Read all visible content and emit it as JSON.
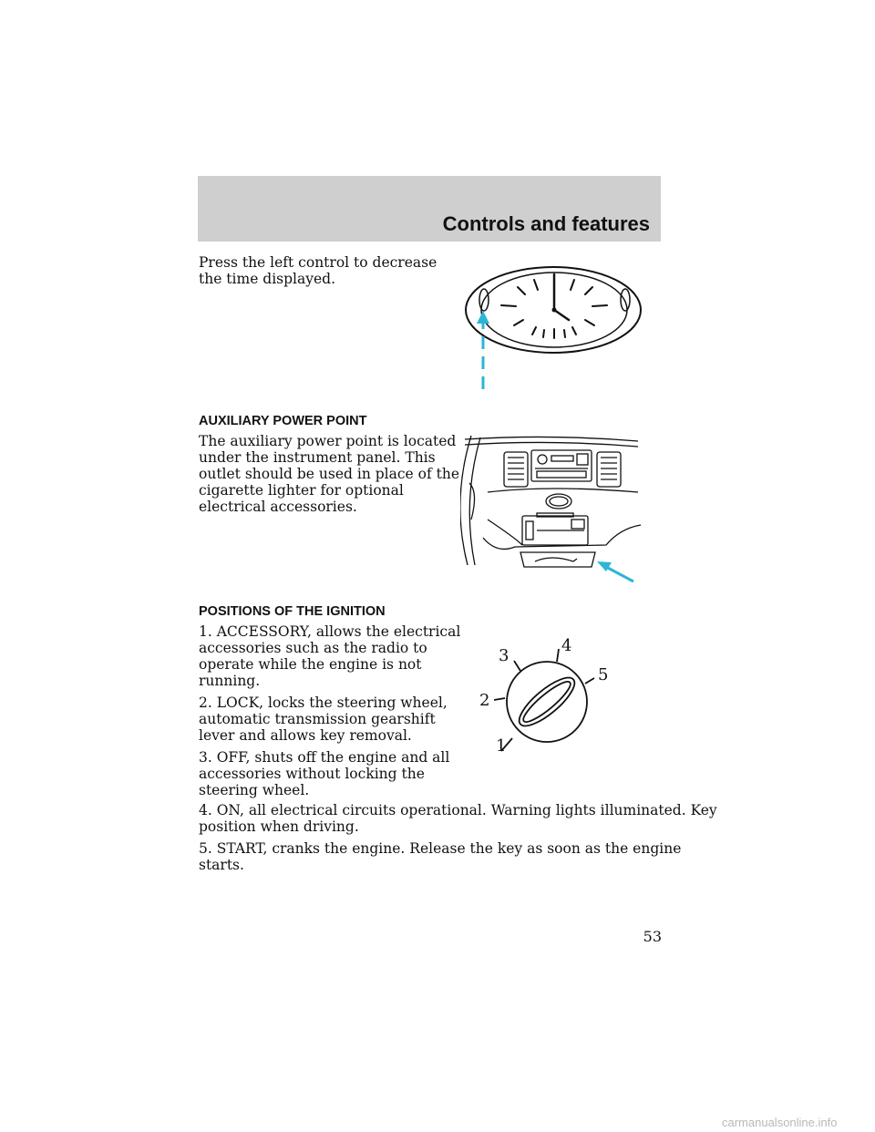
{
  "header": {
    "title": "Controls and features"
  },
  "clock_section": {
    "text_line1": "Press the left control to decrease",
    "text_line2": "the time displayed."
  },
  "power_point": {
    "heading": "AUXILIARY POWER POINT",
    "lines": [
      "The auxiliary power point is located",
      "under the instrument panel. This",
      "outlet should be used in place of the",
      "cigarette lighter for optional",
      "electrical accessories."
    ]
  },
  "ignition": {
    "heading": "POSITIONS OF THE IGNITION",
    "item1": [
      "1. ACCESSORY, allows the electrical",
      "accessories such as the radio to",
      "operate while the engine is not",
      "running."
    ],
    "item2": [
      "2. LOCK, locks the steering wheel,",
      "automatic transmission gearshift",
      "lever and allows key removal."
    ],
    "item3": [
      "3. OFF, shuts off the engine and all",
      "accessories without locking the",
      "steering wheel."
    ],
    "item4": [
      "4. ON, all electrical circuits operational. Warning lights illuminated. Key",
      "position when driving."
    ],
    "item5": [
      "5. START, cranks the engine. Release the key as soon as the engine",
      "starts."
    ],
    "labels": [
      "1",
      "2",
      "3",
      "4",
      "5"
    ]
  },
  "page_number": "53",
  "watermark": "carmanualsonline.info",
  "colors": {
    "header_bg": "#cfcfcf",
    "arrow": "#2bb5d6"
  }
}
